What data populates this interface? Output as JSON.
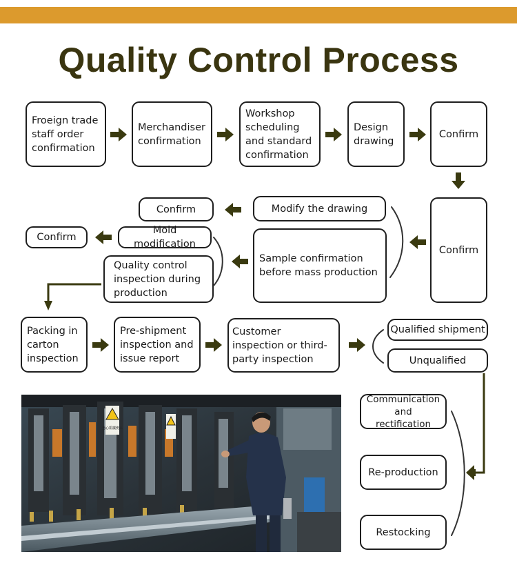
{
  "title": "Quality Control Process",
  "colors": {
    "banner": "#dc9a2d",
    "title": "#3a3510",
    "arrow": "#3a3a10"
  },
  "steps": {
    "order": "Froeign trade staff order confirmation",
    "merchandiser": "Merchandiser confirmation",
    "workshop": "Workshop scheduling and standard confirmation",
    "design": "Design drawing",
    "confirm1": "Confirm",
    "confirm2": "Confirm",
    "modify": "Modify the drawing",
    "confirm3": "Confirm",
    "sample": "Sample confirmation before mass production",
    "mold": "Mold modification",
    "confirm4": "Confirm",
    "qc": "Quality control inspection during production",
    "packing": "Packing in carton inspection",
    "preship": "Pre-shipment inspection and issue report",
    "customer": "Customer inspection or third-party inspection",
    "qualified": "Qualified shipment",
    "unqualified": "Unqualified",
    "communication": "Communication and rectification",
    "reproduction": "Re-production",
    "restocking": "Restocking"
  },
  "photo": {
    "sign_text": "当心机械伤人"
  }
}
